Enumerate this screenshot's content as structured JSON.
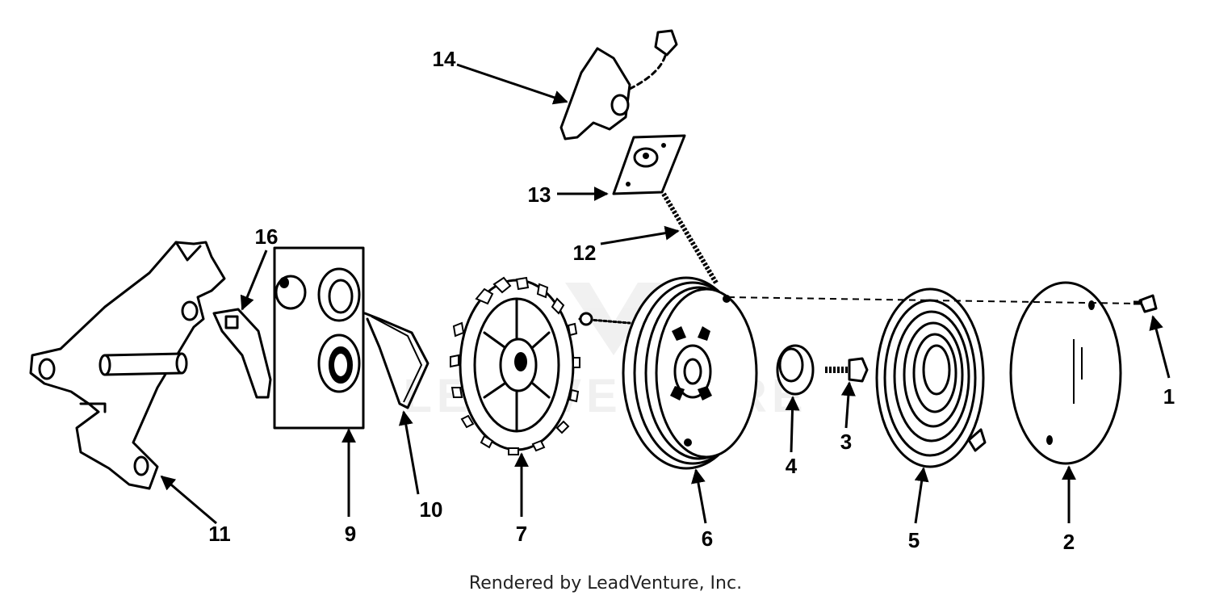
{
  "callouts": {
    "c1": "1",
    "c2": "2",
    "c3": "3",
    "c4": "4",
    "c5": "5",
    "c6": "6",
    "c7": "7",
    "c9": "9",
    "c10": "10",
    "c11": "11",
    "c12": "12",
    "c13": "13",
    "c14": "14",
    "c16": "16"
  },
  "credit": "Rendered by LeadVenture, Inc.",
  "watermark": "LEADVENTURE"
}
